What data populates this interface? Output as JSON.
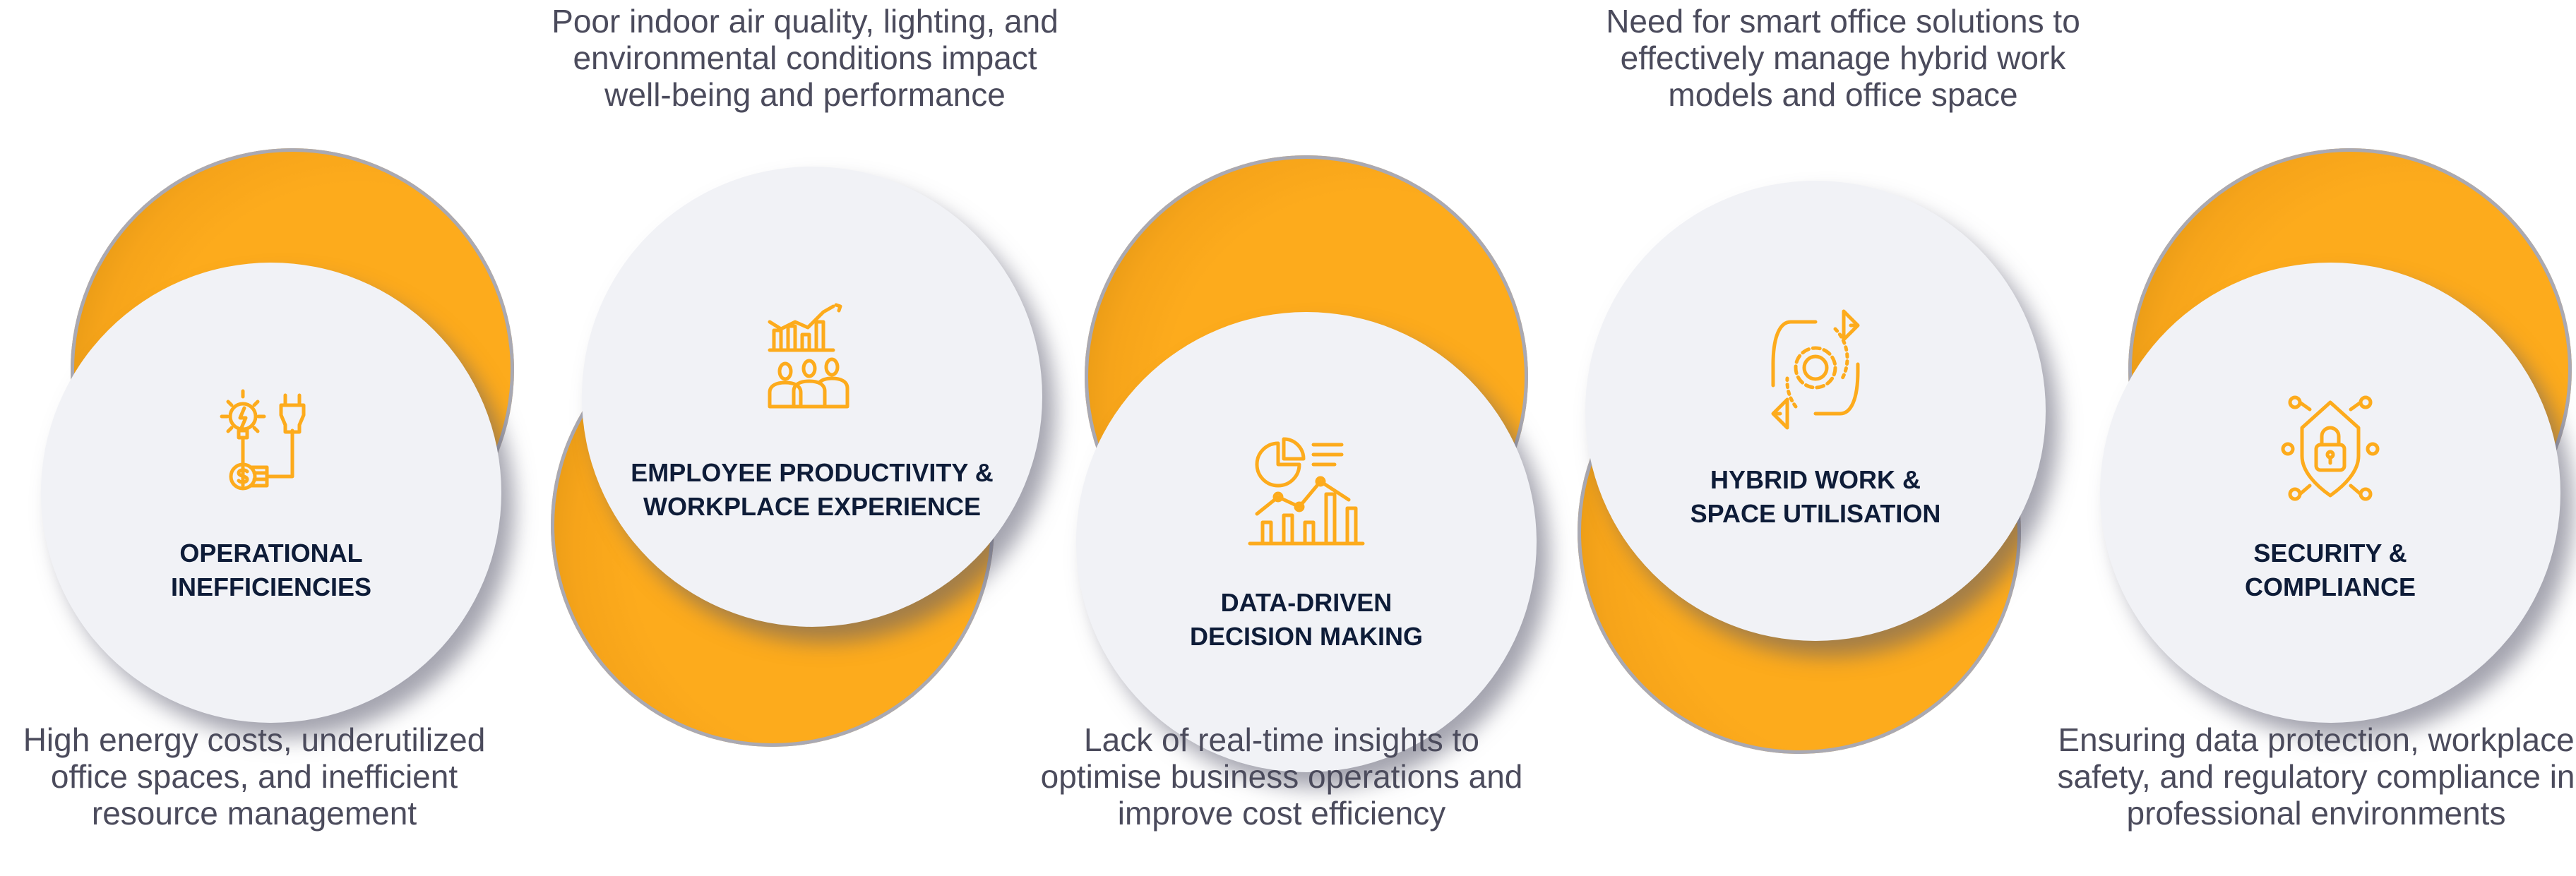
{
  "items": [
    {
      "title_lines": [
        "OPERATIONAL",
        "INEFFICIENCIES"
      ],
      "description": "High energy costs, underutilized office spaces, and inefficient resource management",
      "icon": "lightbulb-plug-dollar-icon"
    },
    {
      "title_lines": [
        "EMPLOYEE PRODUCTIVITY &",
        "WORKPLACE EXPERIENCE"
      ],
      "description": "Poor indoor air quality, lighting, and environmental conditions impact well-being and performance",
      "icon": "team-growth-chart-icon"
    },
    {
      "title_lines": [
        "DATA-DRIVEN",
        "DECISION MAKING"
      ],
      "description": "Lack of real-time insights to optimise business operations and improve cost efficiency",
      "icon": "analytics-chart-icon"
    },
    {
      "title_lines": [
        "HYBRID WORK &",
        "SPACE UTILISATION"
      ],
      "description": "Need for smart office solutions to effectively manage hybrid work models and office space",
      "icon": "gear-cycle-icon"
    },
    {
      "title_lines": [
        "SECURITY &",
        "COMPLIANCE"
      ],
      "description": "Ensuring data protection, workplace safety, and regulatory compliance in professional environments",
      "icon": "shield-lock-network-icon"
    }
  ],
  "colors": {
    "accent": "#fdab1c",
    "circle": "#f1f2f6",
    "title": "#0e1c38",
    "text": "#4b4b5c"
  }
}
